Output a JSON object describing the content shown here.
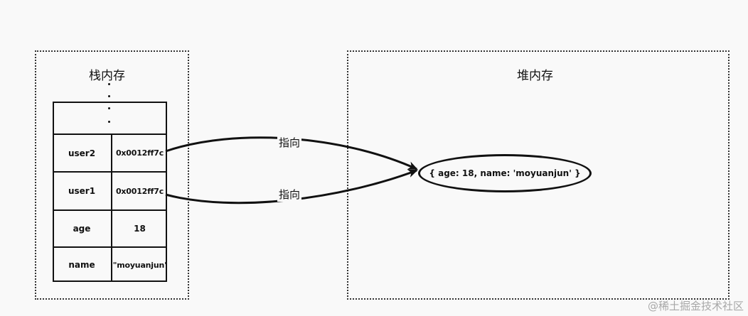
{
  "stack": {
    "title": "栈内存",
    "rows": [
      {
        "key": "user2",
        "value": "0x0012ff7c"
      },
      {
        "key": "user1",
        "value": "0x0012ff7c"
      },
      {
        "key": "age",
        "value": "18"
      },
      {
        "key": "name",
        "value": "\"moyuanjun'"
      }
    ]
  },
  "heap": {
    "title": "堆内存",
    "object": "{  age: 18,  name: 'moyuanjun' }"
  },
  "arrows": [
    {
      "label": "指向"
    },
    {
      "label": "指向"
    }
  ],
  "watermark": "@稀土掘金技术社区"
}
